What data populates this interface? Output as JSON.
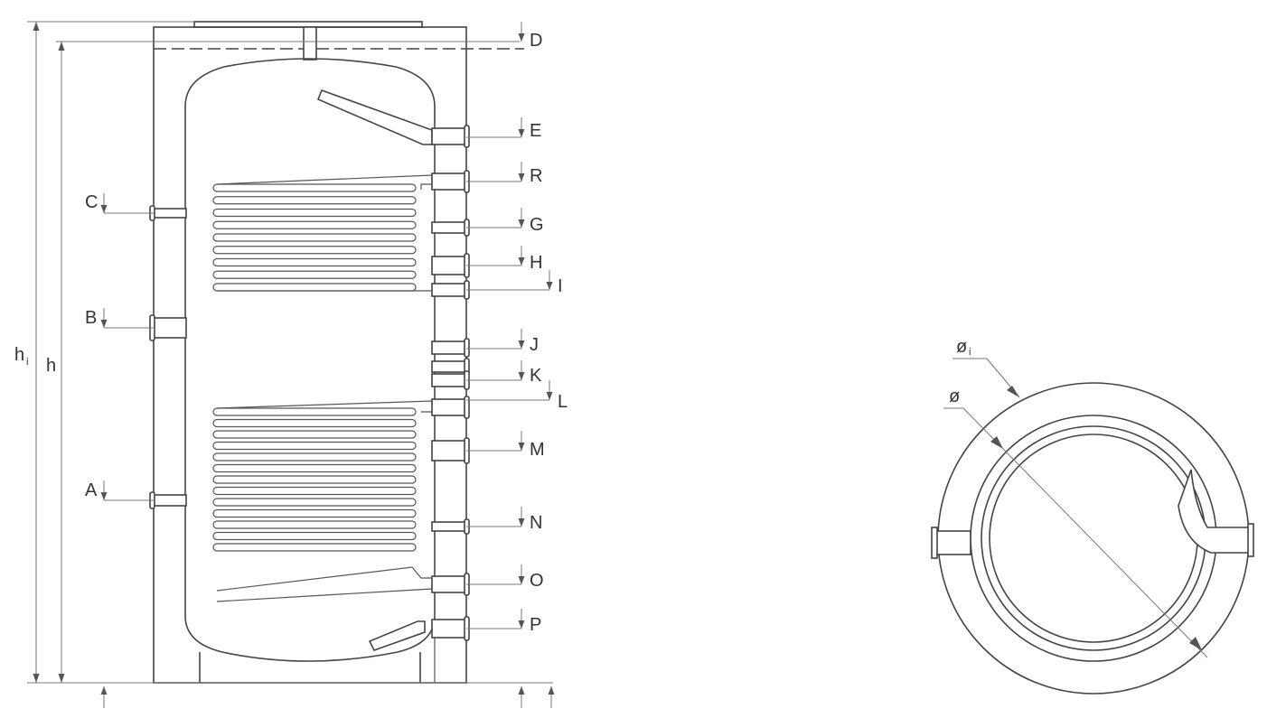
{
  "connection_labels_right": [
    "D",
    "E",
    "R",
    "G",
    "H",
    "I",
    "J",
    "K",
    "L",
    "M",
    "N",
    "O",
    "P"
  ],
  "connection_labels_left": [
    "C",
    "B",
    "A"
  ],
  "height_labels": {
    "hi": "h",
    "hi_sub": "i",
    "h": "h"
  },
  "diameter_labels": {
    "outer": "ø",
    "outer_sub": "i",
    "inner": "ø"
  },
  "colors": {
    "line": "#444444",
    "dim": "#777777",
    "text": "#333333"
  }
}
